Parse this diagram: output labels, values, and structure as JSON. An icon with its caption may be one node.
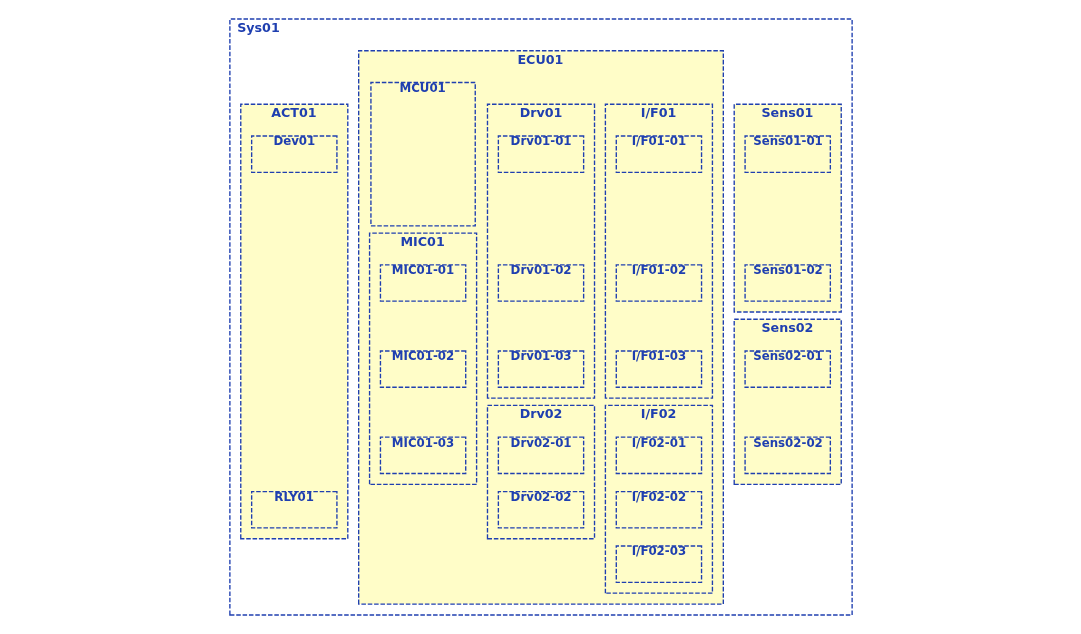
{
  "diagram": {
    "nodes": [
      {
        "text": [
          "Sys01"
        ]
      },
      {
        "text": [
          "Sens01"
        ],
        "in": 0
      },
      {
        "text": [
          "Sens01-01"
        ],
        "in": 1
      },
      {
        "text": [
          "Sens01-02"
        ],
        "in": 1
      },
      {
        "text": [
          "Sens02"
        ],
        "in": 0
      },
      {
        "text": [
          "Sens02-01"
        ],
        "in": 4
      },
      {
        "text": [
          "Sens02-02"
        ],
        "in": 4
      },
      {
        "text": [
          "ECU01"
        ],
        "in": 0
      },
      {
        "text": [
          "I/F01"
        ],
        "in": 7
      },
      {
        "text": [
          "I/F01-01"
        ],
        "in": 8
      },
      {
        "text": [
          "I/F01-02"
        ],
        "in": 8
      },
      {
        "text": [
          "I/F01-03"
        ],
        "in": 8
      },
      {
        "text": [
          "MCU01"
        ],
        "in": 7
      },
      {
        "text": [
          "Drv01"
        ],
        "in": 7
      },
      {
        "text": [
          "Drv01-01"
        ],
        "in": 13
      },
      {
        "text": [
          "Drv01-02"
        ],
        "in": 13
      },
      {
        "text": [
          "Drv01-03"
        ],
        "in": 13
      },
      {
        "text": [
          "I/F02"
        ],
        "in": 7
      },
      {
        "text": [
          "I/F02-01"
        ],
        "in": 17
      },
      {
        "text": [
          "I/F02-02"
        ],
        "in": 17
      },
      {
        "text": [
          "I/F02-03"
        ],
        "in": 17
      },
      {
        "text": [
          "MIC01"
        ],
        "in": 7
      },
      {
        "text": [
          "MIC01-01"
        ],
        "in": 21
      },
      {
        "text": [
          "MIC01-02"
        ],
        "in": 21
      },
      {
        "text": [
          "MIC01-03"
        ],
        "in": 21
      },
      {
        "text": [
          "Drv02"
        ],
        "in": 7
      },
      {
        "text": [
          "Drv02-01"
        ],
        "in": 25
      },
      {
        "text": [
          "Drv02-02"
        ],
        "in": 25
      },
      {
        "text": [
          "ACT01"
        ],
        "in": 0
      },
      {
        "text": [
          "Dev01"
        ],
        "in": 28
      },
      {
        "text": [
          "RLY01"
        ],
        "in": 28
      }
    ]
  }
}
